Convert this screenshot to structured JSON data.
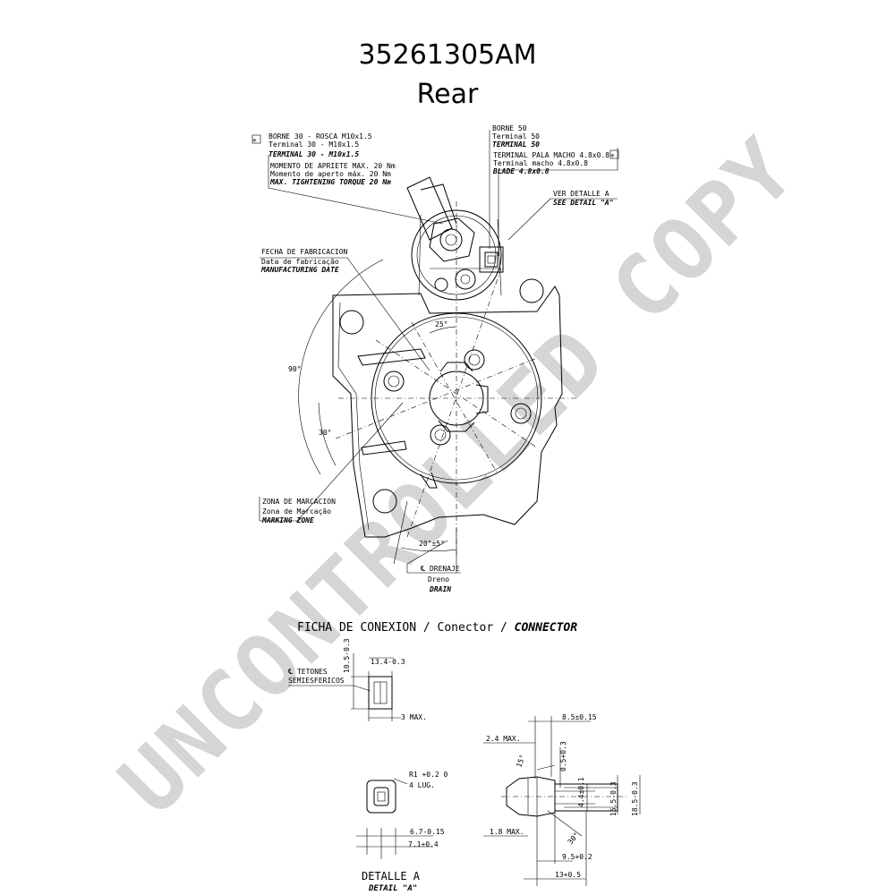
{
  "header": {
    "part_number": "35261305AM",
    "view": "Rear"
  },
  "watermark": "UNCONTROLLED COPY",
  "callouts": {
    "terminal30": [
      "BORNE 30 - ROSCA M10x1.5",
      "Terminal 30 - M10x1.5",
      "TERMINAL 30 - M10x1.5"
    ],
    "torque": [
      "MOMENTO DE APRIETE MAX. 20 Nm",
      "Momento de aperto máx. 20 Nm",
      "MAX. TIGHTENING TORQUE 20 Nm"
    ],
    "terminal50": [
      "BORNE 50",
      "Terminal 50",
      "TERMINAL 50"
    ],
    "blade": [
      "TERMINAL PALA MACHO 4.8x0.8",
      "Terminal macho 4.8x0.8",
      "BLADE 4.8x0.8"
    ],
    "detail_ref": [
      "VER DETALLE A",
      "SEE DETAIL \"A\""
    ],
    "date": [
      "FECHA DE FABRICACION",
      "Data de fabricação",
      "MANUFACTURING DATE"
    ],
    "marking": [
      "ZONA DE MARCACION",
      "Zona de Marcação",
      "MARKING ZONE"
    ],
    "drain": [
      "℄ DRENAJE",
      "Dreno",
      "DRAIN"
    ],
    "star_symbol": "✳"
  },
  "angles": {
    "a25": "25°",
    "a90": "90°",
    "a30": "30°",
    "a20": "20°±5°"
  },
  "connector_heading": {
    "es": "FICHA DE CONEXION / Conector / ",
    "en": "CONNECTOR"
  },
  "detail_labels": {
    "tetones": [
      "℄ TETONES",
      "SEMIESFERICOS"
    ],
    "d1_10_5": "10.5-0.3",
    "d1_13_4": "13.4-0.3",
    "d1_3max": "3 MAX.",
    "r1": "R1 +0.2 0",
    "lug4": "4 LUG.",
    "d6_7": "6.7-0.15",
    "d7_1": "7.1+0.4",
    "d8_5": "8.5±0.15",
    "d2_4": "2.4 MAX.",
    "a15": "15°",
    "d0_5": "0.5+0.3",
    "d4_4": "4.4±0.1",
    "d15_5": "15.5-0.3",
    "d18_5": "18.5-0.3",
    "d1_8": "1.8 MAX.",
    "a30b": "30°",
    "d9_5": "9.5+0.2",
    "d13": "13+0.5",
    "detail_a": [
      "DETALLE A",
      "DETAIL \"A\""
    ]
  }
}
